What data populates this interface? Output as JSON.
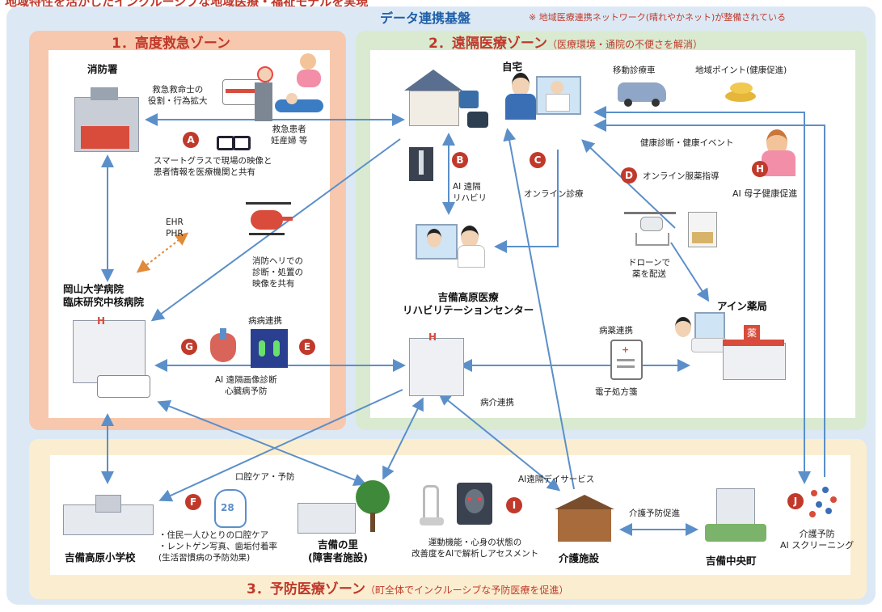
{
  "header": {
    "top_title": "地域特性を活かしたインクルーシブな地域医療・福祉モデルを実現",
    "platform_title": "データ連携基盤",
    "platform_note": "※ 地域医療連携ネットワーク(晴れやかネット)が整備されている"
  },
  "zones": {
    "zone1_title": "1．高度救急ゾーン",
    "zone2_title": "2．遠隔医療ゾーン",
    "zone2_sub": "（医療環境・通院の不便さを解消）",
    "zone3_title": "3．予防医療ゾーン",
    "zone3_sub": "（町全体でインクルーシブな予防医療を促進）"
  },
  "nodes": {
    "fire_station": "消防署",
    "univ_hospital_1": "岡山大学病院",
    "univ_hospital_2": "臨床研究中核病院",
    "home": "自宅",
    "mobile_clinic": "移動診療車",
    "local_points": "地域ポイント(健康促進)",
    "rehab_center_1": "吉備高原医療",
    "rehab_center_2": "リハビリテーションセンター",
    "pharmacy": "アイン薬局",
    "elementary_school": "吉備高原小学校",
    "kibi_sato_1": "吉備の里",
    "kibi_sato_2": "(障害者施設)",
    "care_facility": "介護施設",
    "kibi_chuo": "吉備中央町"
  },
  "labels": {
    "paramedic_1": "救急救命士の",
    "paramedic_2": "役割・行為拡大",
    "patients_1": "救急患者",
    "patients_2": "妊産婦 等",
    "smartglass_1": "スマートグラスで現場の映像と",
    "smartglass_2": "患者情報を医療機関と共有",
    "ehr": "EHR",
    "phr": "PHR",
    "heli_1": "消防ヘリでの",
    "heli_2": "診断・処置の",
    "heli_3": "映像を共有",
    "ai_rehab_1": "AI 遠隔",
    "ai_rehab_2": "リハビリ",
    "online_consult": "オンライン診療",
    "online_med": "オンライン服薬指導",
    "checkup": "健康診断・健康イベント",
    "ai_maternal": "AI 母子健康促進",
    "drone_1": "ドローンで",
    "drone_2": "薬を配送",
    "hospital_link": "病病連携",
    "ai_imaging_1": "AI 遠隔画像診断",
    "ai_imaging_2": "心臓病予防",
    "hosp_pharm": "病薬連携",
    "eprescription": "電子処方箋",
    "hosp_care": "病介連携",
    "oral_care": "口腔ケア・予防",
    "dental_1": "・住民一人ひとりの口腔ケア",
    "dental_2": "・レントゲン写真、歯垢付着率",
    "dental_3": "(生活習慣病の予防効果)",
    "ai_day_service": "AI遠隔デイサービス",
    "motor_1": "運動機能・心身の状態の",
    "motor_2": "改善度をAIで解析しアセスメント",
    "care_prev_promo": "介護予防促進",
    "care_prev_ai_1": "介護予防",
    "care_prev_ai_2": "AI スクリーニング",
    "tooth_number": "28"
  },
  "badges": [
    "A",
    "B",
    "C",
    "D",
    "E",
    "F",
    "G",
    "H",
    "I",
    "J"
  ],
  "colors": {
    "accent_red": "#c0392b",
    "arrow_blue": "#5b8fc9",
    "ehr_orange": "#e08a3c",
    "zone1_bg": "#f7c8ad",
    "zone2_bg": "#d9ead0",
    "zone3_bg": "#fbeed0",
    "platform_bg": "#dce9f5"
  }
}
